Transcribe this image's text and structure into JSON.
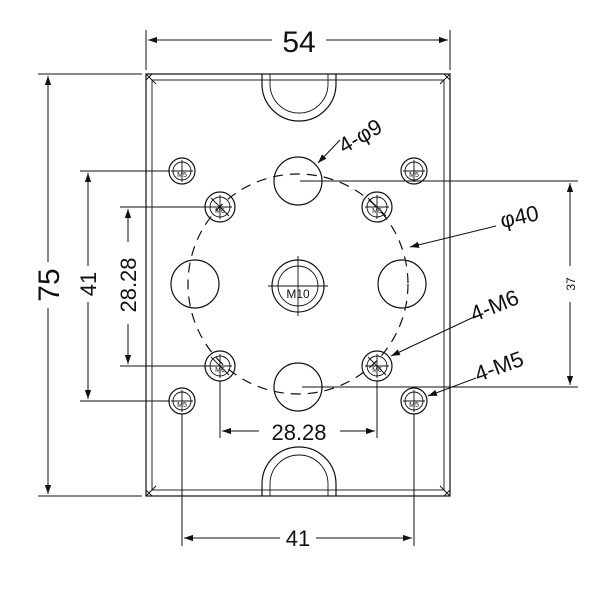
{
  "dimensions": {
    "top_width": "54",
    "overall_height": "75",
    "left_outer": "41",
    "left_inner": "28.28",
    "bottom_inner": "28.28",
    "bottom_outer": "41",
    "right_vertical": "37"
  },
  "callouts": {
    "holes_phi9": "4-φ9",
    "circle_phi40": "φ40",
    "threads_m6": "4-M6",
    "threads_m5": "4-M5"
  },
  "hole_labels": {
    "center": "M10",
    "m6": "M6",
    "m5": "M5"
  }
}
